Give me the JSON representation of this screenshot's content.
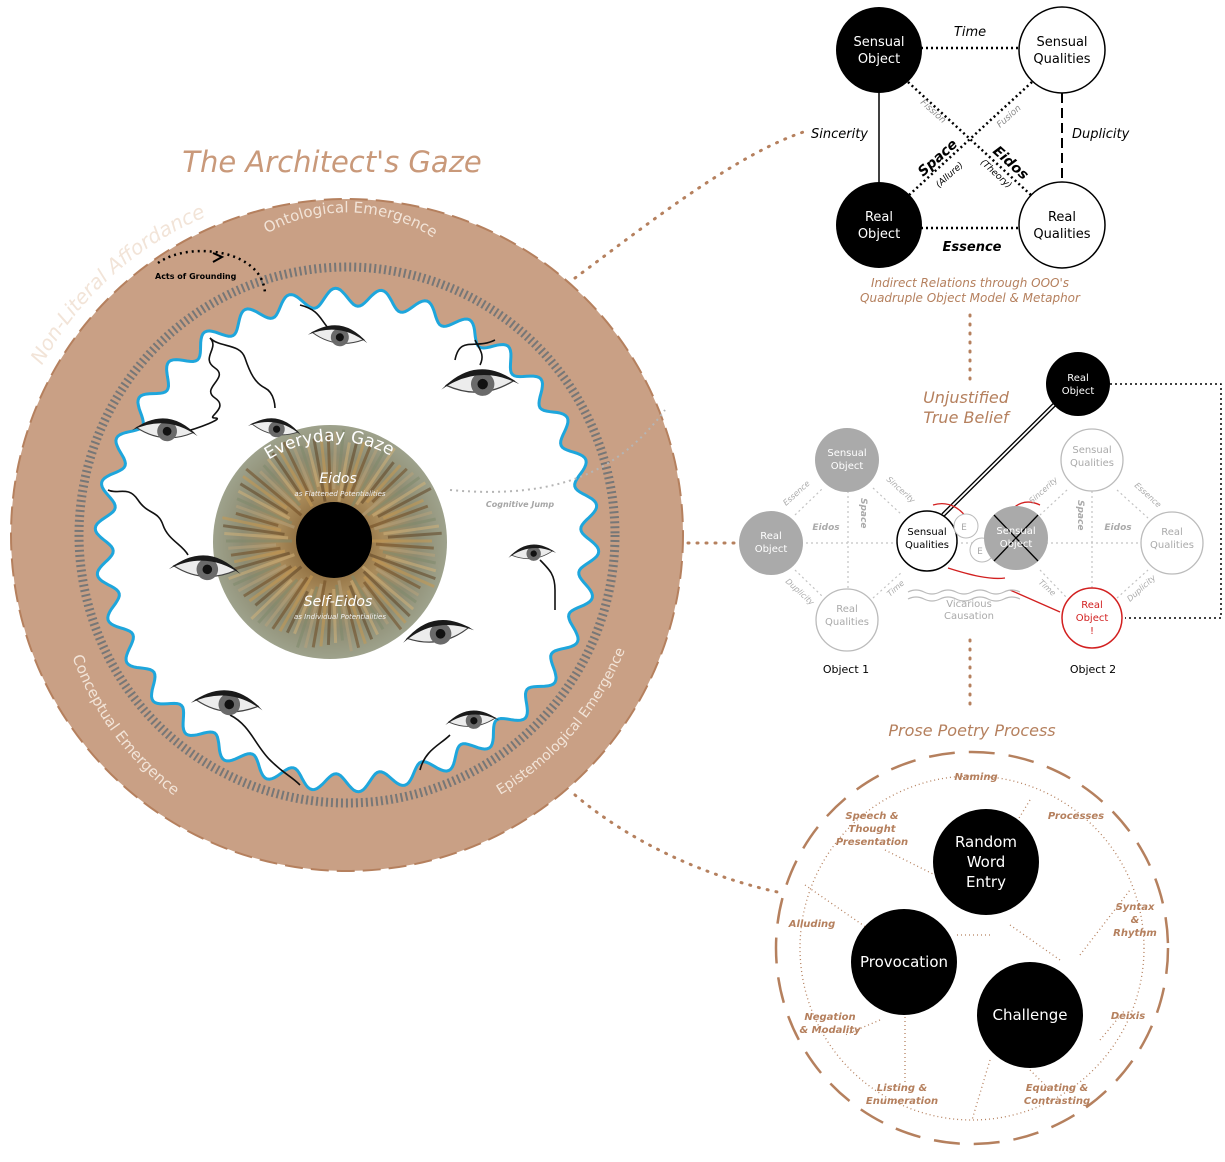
{
  "colors": {
    "tan": "#c9a085",
    "tan_dark": "#b5805e",
    "accent_blue": "#1ea6dc",
    "red": "#d22020",
    "gray_fill": "#a8a8a8",
    "light_gray": "#c3c3c3"
  },
  "gaze": {
    "title": "The Architect's Gaze",
    "ring_labels": {
      "non_literal": "Non-Literal Affordances",
      "ontological": "Ontological Emergence",
      "conceptual": "Conceptual Emergence",
      "epistemological": "Epistemological Emergence"
    },
    "acts_of_grounding": "Acts of Grounding",
    "everyday_gaze": "Everyday Gaze",
    "eidos": "Eidos",
    "eidos_sub": "as Flattened Potentialities",
    "self_eidos": "Self-Eidos",
    "self_eidos_sub": "as Individual Potentialities",
    "cognitive_jump": "Cognitive Jump"
  },
  "quad": {
    "sensual_object": [
      "Sensual",
      "Object"
    ],
    "sensual_qualities": [
      "Sensual",
      "Qualities"
    ],
    "real_object": [
      "Real",
      "Object"
    ],
    "real_qualities": [
      "Real",
      "Qualities"
    ],
    "time": "Time",
    "sincerity": "Sincerity",
    "duplicity": "Duplicity",
    "essence": "Essence",
    "fission": "Fission",
    "fusion": "Fusion",
    "space": "Space",
    "allure": "(Allure)",
    "eidos": "Eidos",
    "theory": "(Theory)",
    "caption": [
      "Indirect Relations through OOO's",
      "Quadruple Object Model & Metaphor"
    ]
  },
  "ujtb": {
    "title": [
      "Unjustified",
      "True Belief"
    ],
    "top_real_object": [
      "Real",
      "Object"
    ],
    "o1_sensual_object": [
      "Sensual",
      "Object"
    ],
    "o1_real_object": [
      "Real",
      "Object"
    ],
    "o1_real_qualities": [
      "Real",
      "Qualities"
    ],
    "sensual_qualities": [
      "Sensual",
      "Qualities"
    ],
    "o2_sensual_object": [
      "Sensual",
      "Object"
    ],
    "o2_sensual_qualities": [
      "Sensual",
      "Qualities"
    ],
    "o2_real_qualities": [
      "Real",
      "Qualities"
    ],
    "red_real_object": [
      "Real",
      "Object",
      "!"
    ],
    "small_e": "E",
    "essence": "Essence",
    "sincerity": "Sincerity",
    "eidos": "Eidos",
    "space": "Space",
    "time": "Time",
    "duplicity": "Duplicity",
    "vicarious": [
      "Vicarious",
      "Causation"
    ],
    "object1": "Object 1",
    "object2": "Object 2"
  },
  "prose": {
    "title": "Prose Poetry Process",
    "random_word_entry": [
      "Random",
      "Word",
      "Entry"
    ],
    "provocation": "Provocation",
    "challenge": "Challenge",
    "naming": "Naming",
    "processes": "Processes",
    "speech": [
      "Speech &",
      "Thought",
      "Presentation"
    ],
    "alluding": "Alluding",
    "syntax": [
      "Syntax",
      "&",
      "Rhythm"
    ],
    "negation": [
      "Negation",
      "& Modality"
    ],
    "deixis": "Deixis",
    "listing": [
      "Listing &",
      "Enumeration"
    ],
    "equating": [
      "Equating &",
      "Contrasting"
    ]
  }
}
